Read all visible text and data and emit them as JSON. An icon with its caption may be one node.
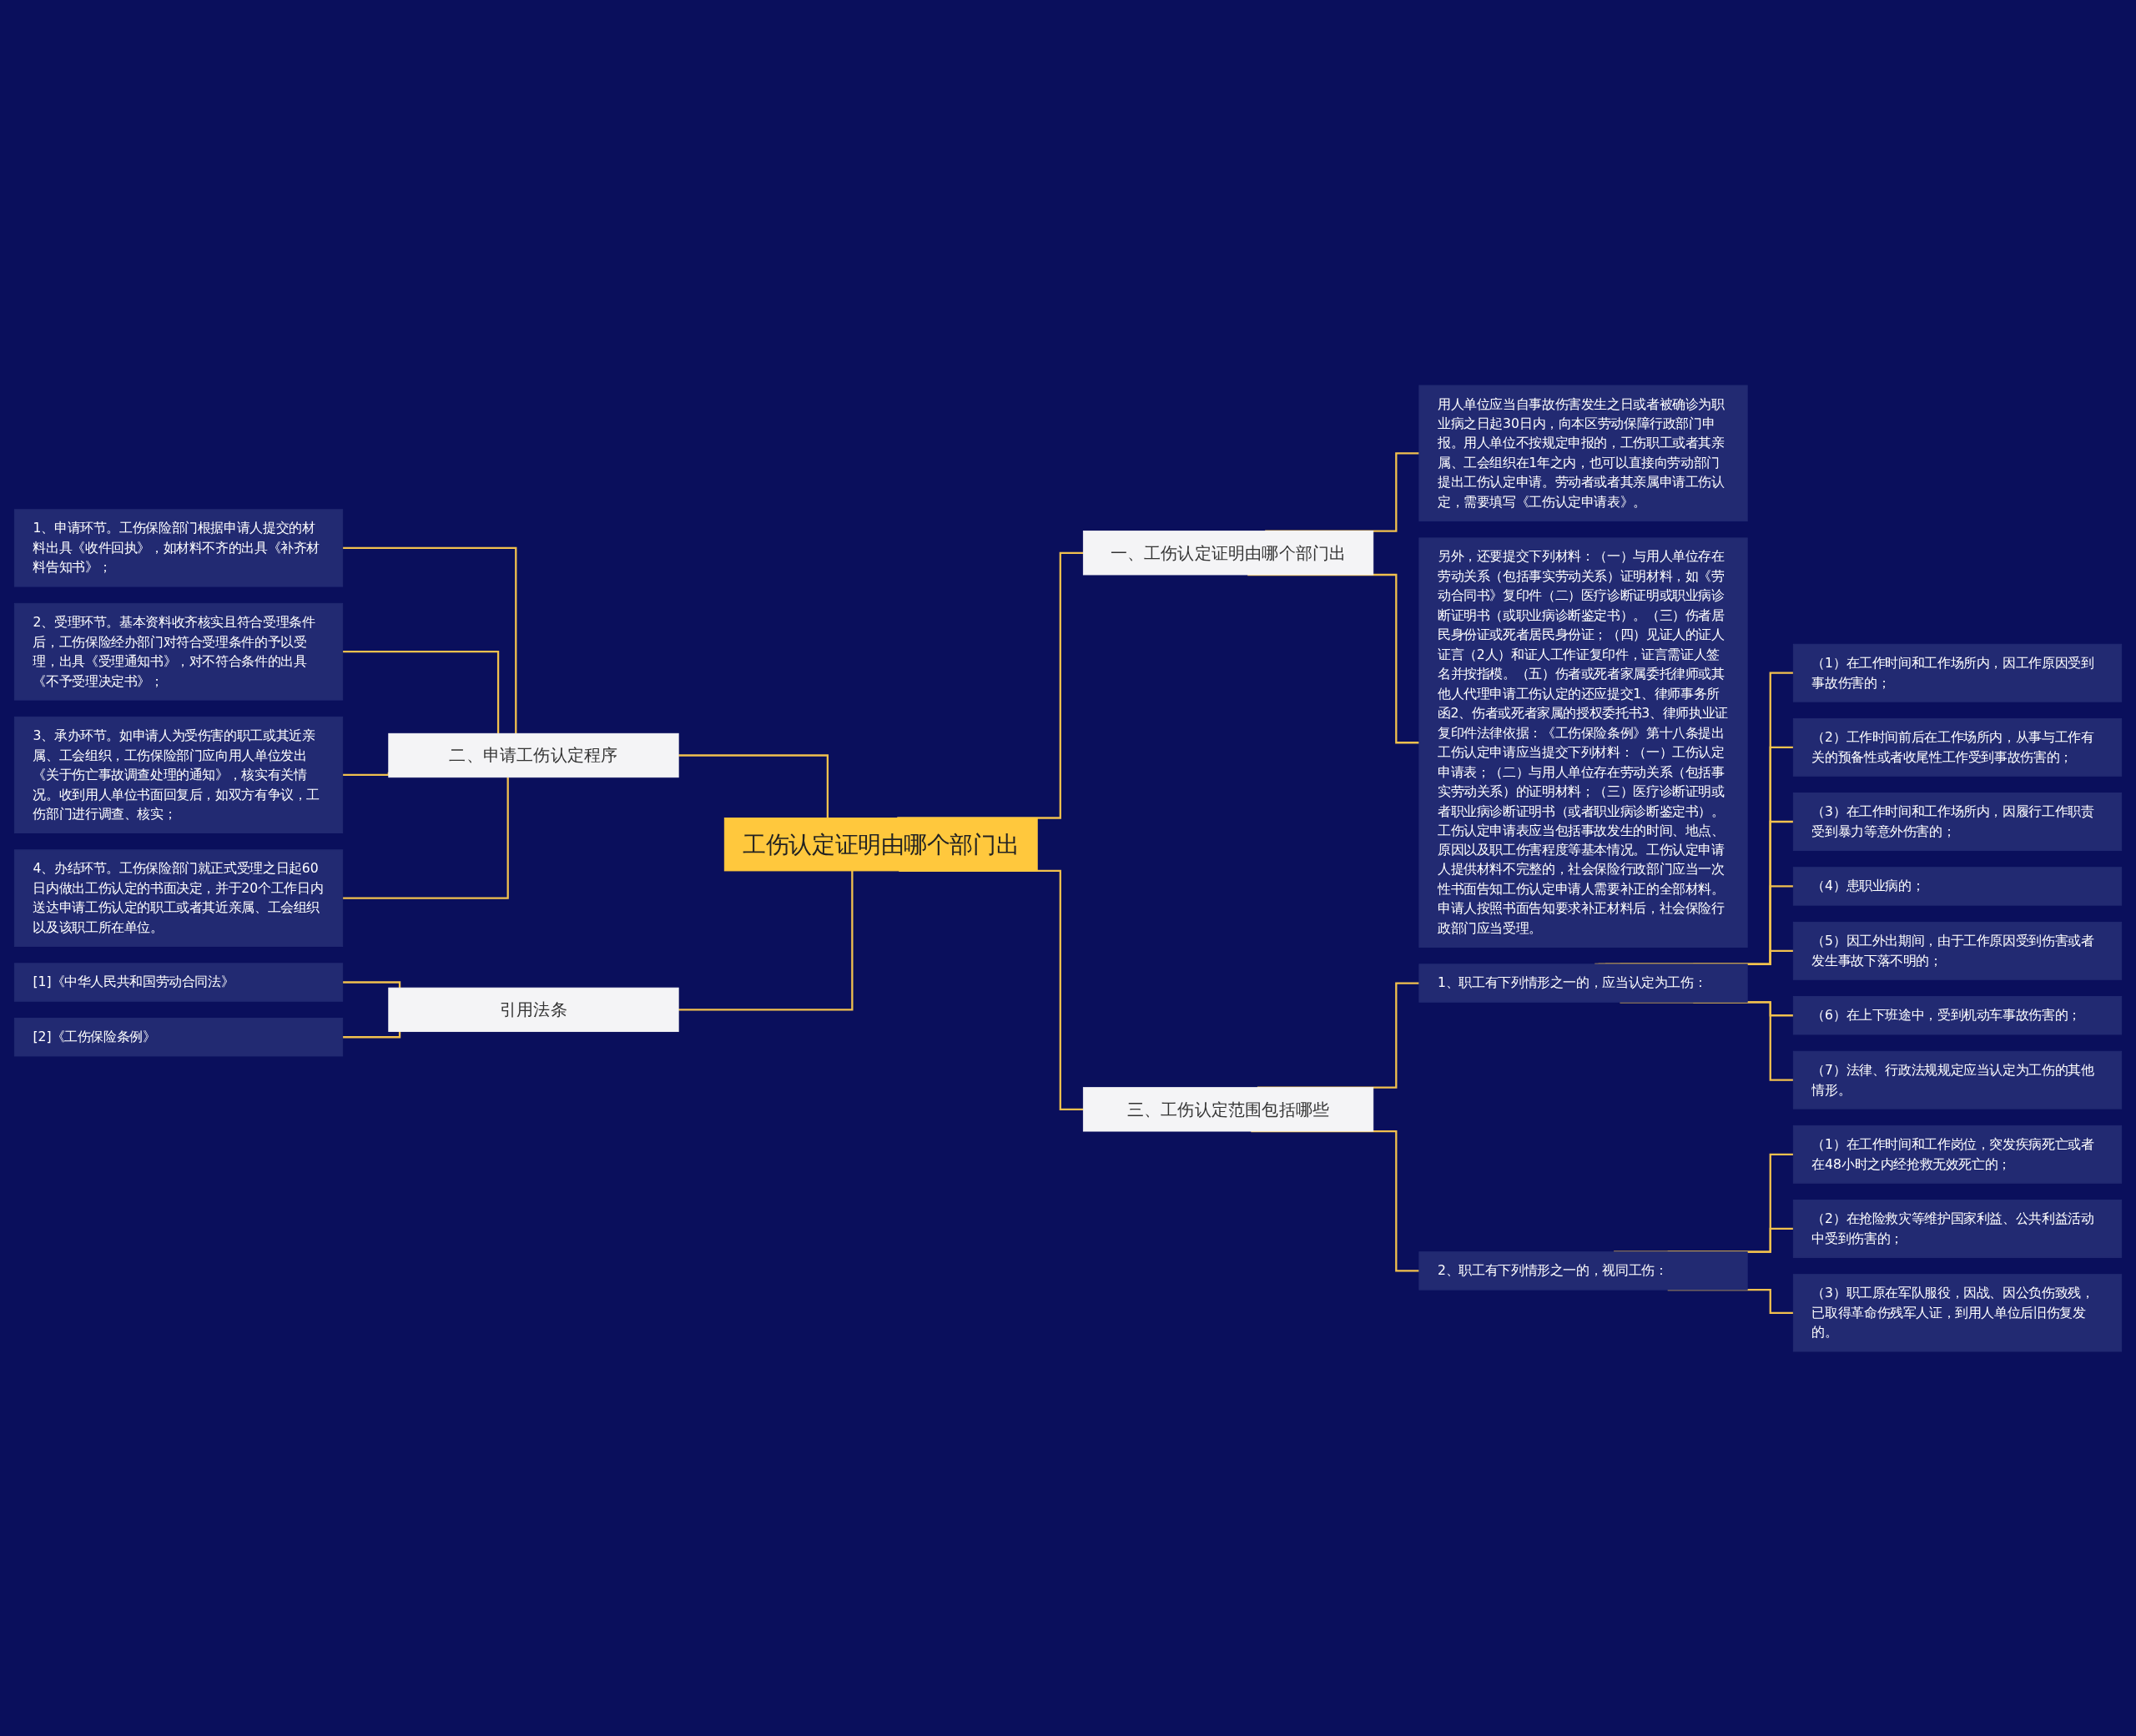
{
  "diagram": {
    "nodes": [
      {
        "text": [
          "工伤认定证明由哪个部门出"
        ]
      },
      {
        "text": [
          "一、工伤认定证明由哪个部门出"
        ]
      },
      {
        "text": [
          "用人单位应当自事故伤害发生之日或者被确诊为职业病之日起30日内，向本区劳动保障行政部门申报。用人单位不按规定申报的，工伤职工或者其亲属、工会组织在1年之内，也可以直接向劳动部门提出工伤认定申请。劳动者或者其亲属申请工伤认定，需要填写《工伤认定申请表》。"
        ]
      },
      {
        "text": [
          "另外，还要提交下列材料：（一）与用人单位存在劳动关系（包括事实劳动关系）证明材料，如《劳动合同书》复印件（二）医疗诊断证明或职业病诊断证明书（或职业病诊断鉴定书）。（三）伤者居民身份证或死者居民身份证；（四）见证人的证人证言（2人）和证人工作证复印件，证言需证人签名并按指模。（五）伤者或死者家属委托律师或其他人代理申请工伤认定的还应提交1、律师事务所函2、伤者或死者家属的授权委托书3、律师执业证复印件法律依据：《工伤保险条例》第十八条提出工伤认定申请应当提交下列材料：（一）工伤认定申请表；（二）与用人单位存在劳动关系（包括事实劳动关系）的证明材料；（三）医疗诊断证明或者职业病诊断证明书（或者职业病诊断鉴定书）。工伤认定申请表应当包括事故发生的时间、地点、原因以及职工伤害程度等基本情况。工伤认定申请人提供材料不完整的，社会保险行政部门应当一次性书面告知工伤认定申请人需要补正的全部材料。申请人按照书面告知要求补正材料后，社会保险行政部门应当受理。"
        ]
      },
      {
        "text": [
          "二、申请工伤认定程序"
        ]
      },
      {
        "text": [
          "1、申请环节。工伤保险部门根据申请人提交的材料出具《收件回执》，如材料不齐的出具《补齐材料告知书》；"
        ]
      },
      {
        "text": [
          "2、受理环节。基本资料收齐核实且符合受理条件后，工伤保险经办部门对符合受理条件的予以受理，出具《受理通知书》，对不符合条件的出具《不予受理决定书》；"
        ]
      },
      {
        "text": [
          "3、承办环节。如申请人为受伤害的职工或其近亲属、工会组织，工伤保险部门应向用人单位发出《关于伤亡事故调查处理的通知》，核实有关情况。收到用人单位书面回复后，如双方有争议，工伤部门进行调查、核实；"
        ]
      },
      {
        "text": [
          "4、办结环节。工伤保险部门就正式受理之日起60日内做出工伤认定的书面决定，并于20个工作日内送达申请工伤认定的职工或者其近亲属、工会组织以及该职工所在单位。"
        ]
      },
      {
        "text": [
          "引用法条"
        ]
      },
      {
        "text": [
          "[1]《中华人民共和国劳动合同法》"
        ]
      },
      {
        "text": [
          "[2]《工伤保险条例》"
        ]
      },
      {
        "text": [
          "三、工伤认定范围包括哪些"
        ]
      },
      {
        "text": [
          "1、职工有下列情形之一的，应当认定为工伤："
        ]
      },
      {
        "text": [
          "（1）在工作时间和工作场所内，因工作原因受到事故伤害的；"
        ]
      },
      {
        "text": [
          "（2）工作时间前后在工作场所内，从事与工作有关的预备性或者收尾性工作受到事故伤害的；"
        ]
      },
      {
        "text": [
          "（3）在工作时间和工作场所内，因履行工作职责受到暴力等意外伤害的；"
        ]
      },
      {
        "text": [
          "（4）患职业病的；"
        ]
      },
      {
        "text": [
          "（5）因工外出期间，由于工作原因受到伤害或者发生事故下落不明的；"
        ]
      },
      {
        "text": [
          "（6）在上下班途中，受到机动车事故伤害的；"
        ]
      },
      {
        "text": [
          "（7）法律、行政法规规定应当认定为工伤的其他情形。"
        ]
      },
      {
        "text": [
          "2、职工有下列情形之一的，视同工伤："
        ]
      },
      {
        "text": [
          "（1）在工作时间和工作岗位，突发疾病死亡或者在48小时之内经抢救无效死亡的；"
        ]
      },
      {
        "text": [
          "（2）在抢险救灾等维护国家利益、公共利益活动中受到伤害的；"
        ]
      },
      {
        "text": [
          "（3）职工原在军队服役，因战、因公负伤致残，已取得革命伤残军人证，到用人单位后旧伤复发的。"
        ]
      }
    ],
    "edges": [
      {
        "from": 0,
        "to": 1,
        "arrow": "none"
      },
      {
        "from": 1,
        "to": 2,
        "arrow": "none"
      },
      {
        "from": 1,
        "to": 3,
        "arrow": "none"
      },
      {
        "from": 0,
        "to": 4,
        "arrow": "none"
      },
      {
        "from": 4,
        "to": 5,
        "arrow": "none"
      },
      {
        "from": 4,
        "to": 6,
        "arrow": "none"
      },
      {
        "from": 4,
        "to": 7,
        "arrow": "none"
      },
      {
        "from": 4,
        "to": 8,
        "arrow": "none"
      },
      {
        "from": 0,
        "to": 9,
        "arrow": "none"
      },
      {
        "from": 9,
        "to": 10,
        "arrow": "none"
      },
      {
        "from": 9,
        "to": 11,
        "arrow": "none"
      },
      {
        "from": 0,
        "to": 12,
        "arrow": "none"
      },
      {
        "from": 12,
        "to": 13,
        "arrow": "none"
      },
      {
        "from": 13,
        "to": 14,
        "arrow": "none"
      },
      {
        "from": 13,
        "to": 15,
        "arrow": "none"
      },
      {
        "from": 13,
        "to": 16,
        "arrow": "none"
      },
      {
        "from": 13,
        "to": 17,
        "arrow": "none"
      },
      {
        "from": 13,
        "to": 18,
        "arrow": "none"
      },
      {
        "from": 13,
        "to": 19,
        "arrow": "none"
      },
      {
        "from": 13,
        "to": 20,
        "arrow": "none"
      },
      {
        "from": 12,
        "to": 21,
        "arrow": "none"
      },
      {
        "from": 21,
        "to": 22,
        "arrow": "none"
      },
      {
        "from": 21,
        "to": 23,
        "arrow": "none"
      },
      {
        "from": 21,
        "to": 24,
        "arrow": "none"
      }
    ]
  }
}
